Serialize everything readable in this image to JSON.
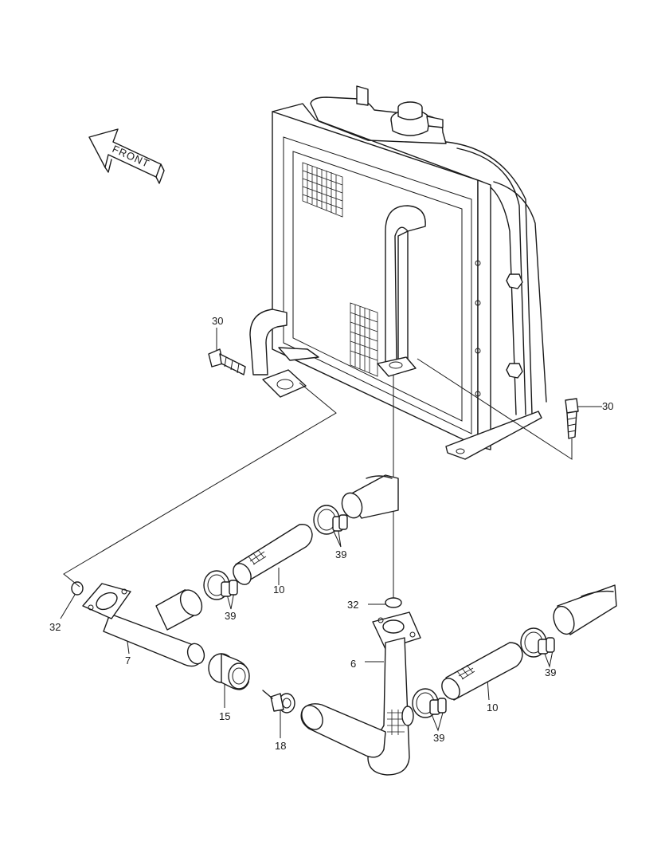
{
  "front_arrow": {
    "text": "FRONT"
  },
  "callouts": [
    {
      "id": "c30a",
      "text": "30"
    },
    {
      "id": "c30b",
      "text": "30"
    },
    {
      "id": "c39a",
      "text": "39"
    },
    {
      "id": "c39b",
      "text": "39"
    },
    {
      "id": "c39c",
      "text": "39"
    },
    {
      "id": "c39d",
      "text": "39"
    },
    {
      "id": "c10a",
      "text": "10"
    },
    {
      "id": "c10b",
      "text": "10"
    },
    {
      "id": "c32a",
      "text": "32"
    },
    {
      "id": "c32b",
      "text": "32"
    },
    {
      "id": "c7",
      "text": "7"
    },
    {
      "id": "c6",
      "text": "6"
    },
    {
      "id": "c15",
      "text": "15"
    },
    {
      "id": "c18",
      "text": "18"
    }
  ]
}
